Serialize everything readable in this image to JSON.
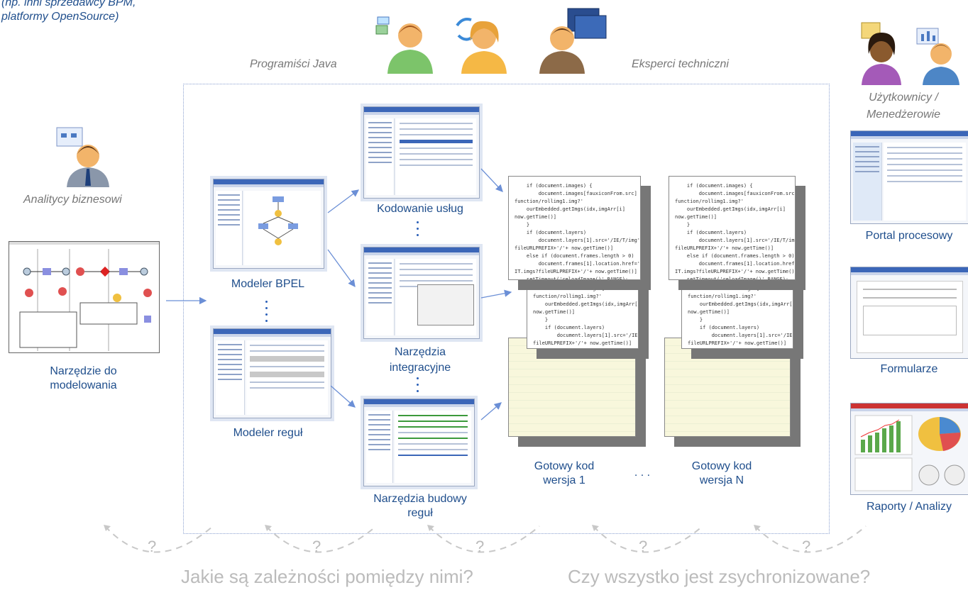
{
  "top_left_note": [
    "(np. inni sprzedawcy BPM,",
    "platformy OpenSource)"
  ],
  "roles": {
    "java": "Programiści Java",
    "experts": "Eksperci techniczni",
    "analysts": "Analitycy biznesowi",
    "users_line1": "Użytkownicy /",
    "users_line2": "Menedżerowie"
  },
  "tools": {
    "modeling_line1": "Narzędzie do",
    "modeling_line2": "modelowania",
    "bpel": "Modeler BPEL",
    "rules": "Modeler reguł",
    "coding": "Kodowanie usług",
    "integration_line1": "Narzędzia",
    "integration_line2": "integracyjne",
    "rule_build_line1": "Narzędzia budowy",
    "rule_build_line2": "reguł"
  },
  "outputs": {
    "v1_line1": "Gotowy kod",
    "v1_line2": "wersja 1",
    "vn_line1": "Gotowy kod",
    "vn_line2": "wersja N",
    "ellipsis": ". . ."
  },
  "apps": {
    "portal": "Portal procesowy",
    "forms": "Formularze",
    "reports": "Raporty / Analizy"
  },
  "question_mark": "?",
  "bottom": {
    "left": "Jakie są zależności pomiędzy nimi?",
    "right": "Czy wszystko jest zsychronizowane?"
  },
  "code_text": "    if (document.images) {\n        document.images[fauxiconFrom.src] = '/\nfunction/rollimg1.img?'\n    ourEmbedded.getImgs(idx,imgArr[i]\nnow.getTime()]\n    }\n    if (document.layers)\n        document.layers[1].src='/IE/T/img'\nfileURLPREFIX+'/'+ now.getTime()]\n    else if (document.frames.length > 0)\n        document.frames[1].location.href='/IE/\nIT.imgs?fileURLPREFIX+'/'+ now.getTime()]\n    setTimeout('reloadImage()',RANGE);\n\nsetTimeout('reloadImage()',RANGE);\n//reloadimage"
}
